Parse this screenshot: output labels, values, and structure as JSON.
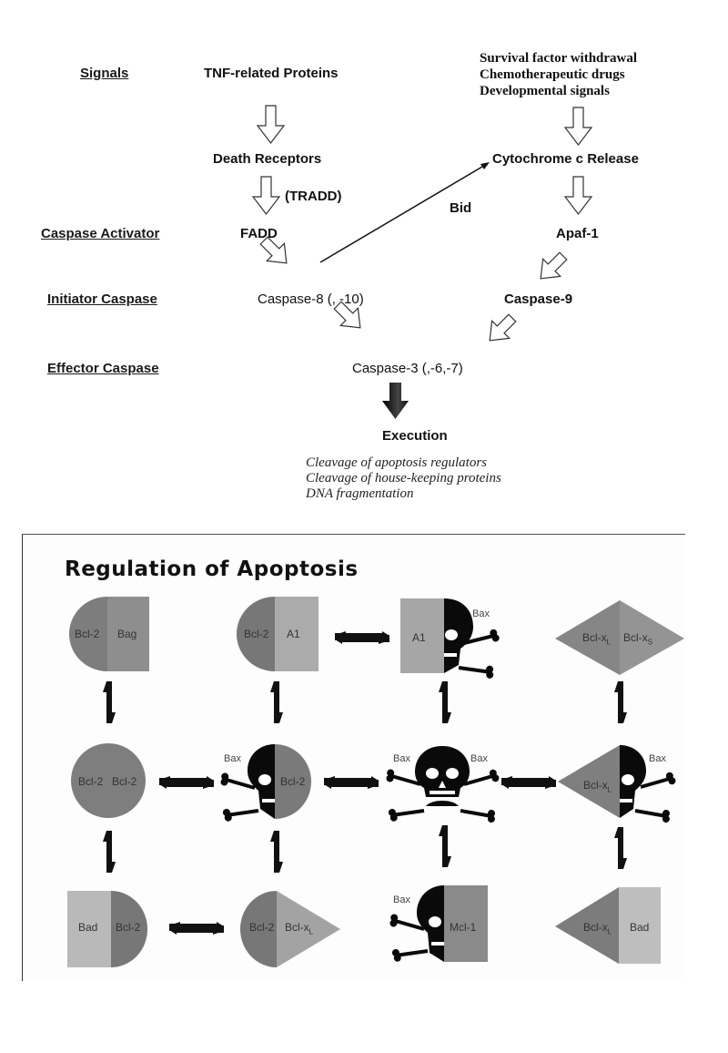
{
  "pathway": {
    "stage_labels": {
      "signals": "Signals",
      "caspase_activator": "Caspase Activator",
      "initiator_caspase": "Initiator Caspase",
      "effector_caspase": "Effector Caspase"
    },
    "extrinsic": {
      "signal": "TNF-related Proteins",
      "receptor": "Death Receptors",
      "adaptor_note": "(TRADD)",
      "activator": "FADD",
      "initiator": "Caspase-8 (, -10)"
    },
    "intrinsic": {
      "signals": [
        "Survival factor withdrawal",
        "Chemotherapeutic drugs",
        "Developmental signals"
      ],
      "release": "Cytochrome c Release",
      "activator": "Apaf-1",
      "initiator": "Caspase-9"
    },
    "crosstalk_label": "Bid",
    "effector": "Caspase-3 (,-6,-7)",
    "execution": "Execution",
    "execution_outcomes": [
      "Cleavage of apoptosis regulators",
      "Cleavage of house-keeping proteins",
      "DNA fragmentation"
    ]
  },
  "regulation": {
    "title": "Regulation of Apoptosis",
    "colors": {
      "dark": "#7a7a7a",
      "mid": "#8f8f8f",
      "light": "#b5b5b5",
      "skull": "#0a0a0a"
    },
    "complexes": {
      "r1c1": {
        "left": "Bcl-2",
        "right": "Bag"
      },
      "r1c2": {
        "left": "Bcl-2",
        "right": "A1"
      },
      "r1c3": {
        "left": "A1",
        "bax": "Bax"
      },
      "r1c4": {
        "left": "Bcl-x",
        "left_sub": "L",
        "right": "Bcl-x",
        "right_sub": "S"
      },
      "r2c1": {
        "left": "Bcl-2",
        "right": "Bcl-2"
      },
      "r2c2": {
        "bax": "Bax",
        "right": "Bcl-2"
      },
      "r2c3": {
        "bax_left": "Bax",
        "bax_right": "Bax"
      },
      "r2c4": {
        "left": "Bcl-x",
        "left_sub": "L",
        "bax": "Bax"
      },
      "r3c1": {
        "left": "Bad",
        "right": "Bcl-2"
      },
      "r3c2": {
        "left": "Bcl-2",
        "right": "Bcl-x",
        "right_sub": "L"
      },
      "r3c3": {
        "bax": "Bax",
        "right": "Mcl-1"
      },
      "r3c4": {
        "left": "Bcl-x",
        "left_sub": "L",
        "right": "Bad"
      }
    }
  }
}
